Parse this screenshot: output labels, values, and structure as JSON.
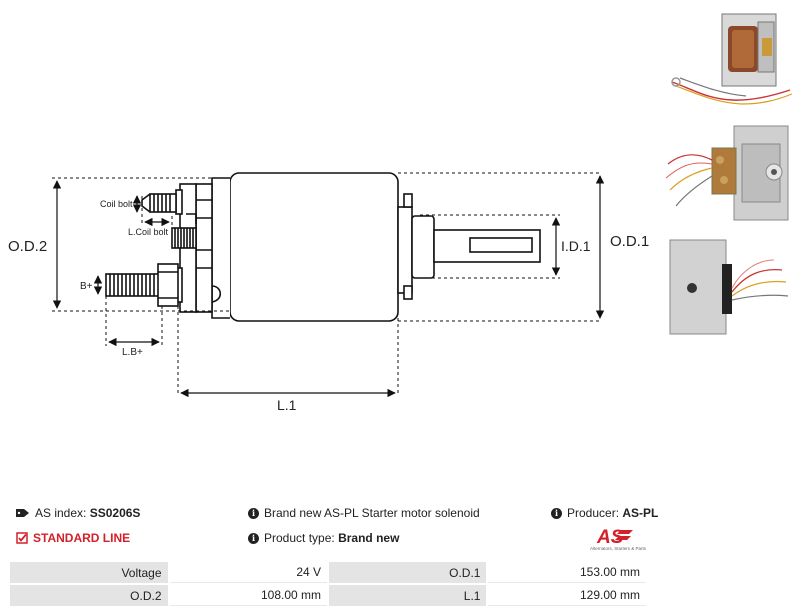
{
  "drawing": {
    "labels": {
      "od2": "O.D.2",
      "od1": "O.D.1",
      "id1": "I.D.1",
      "l1": "L.1",
      "lbplus": "L.B+",
      "bplus": "B+",
      "coil_bolt": "Coil bolt",
      "l_coil_bolt": "L.Coil bolt"
    }
  },
  "info": {
    "as_index_label": "AS index:",
    "as_index_value": "SS0206S",
    "standard_line": "STANDARD LINE",
    "description": "Brand new AS-PL Starter motor solenoid",
    "product_type_label": "Product type:",
    "product_type_value": "Brand new",
    "producer_label": "Producer:",
    "producer_value": "AS-PL"
  },
  "logo": {
    "text": "AS",
    "subtitle": "Alternators, Starters & Parts",
    "color": "#d4202a"
  },
  "params": [
    {
      "label": "Voltage",
      "value": "24 V",
      "label2": "O.D.1",
      "value2": "153.00 mm"
    },
    {
      "label": "O.D.2",
      "value": "108.00 mm",
      "label2": "L.1",
      "value2": "129.00 mm"
    }
  ]
}
